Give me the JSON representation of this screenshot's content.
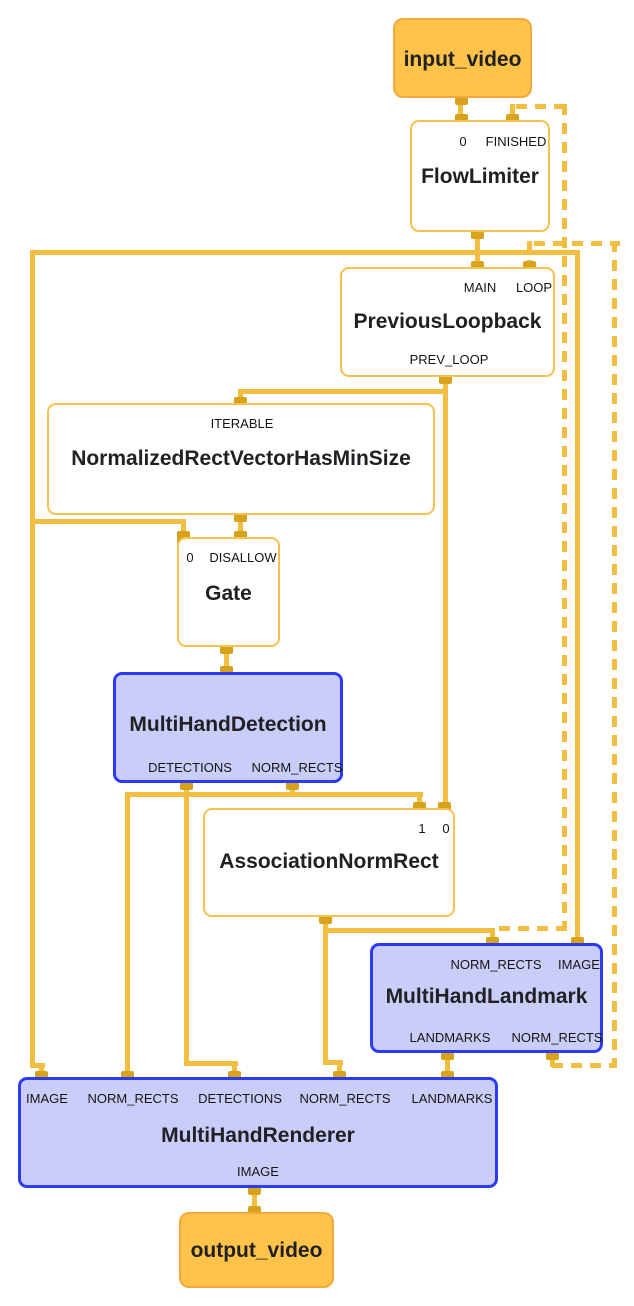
{
  "graph": {
    "nodes": {
      "input_video": {
        "title": "input_video"
      },
      "flow_limiter": {
        "title": "FlowLimiter",
        "ports": {
          "in_0": "0",
          "in_finished": "FINISHED"
        }
      },
      "previous_loopback": {
        "title": "PreviousLoopback",
        "ports": {
          "in_main": "MAIN",
          "in_loop": "LOOP",
          "out_prev_loop": "PREV_LOOP"
        }
      },
      "normalized_rect_vector_has_min_size": {
        "title": "NormalizedRectVectorHasMinSize",
        "ports": {
          "in_iterable": "ITERABLE"
        }
      },
      "gate": {
        "title": "Gate",
        "ports": {
          "in_0": "0",
          "in_disallow": "DISALLOW"
        }
      },
      "multi_hand_detection": {
        "title": "MultiHandDetection",
        "ports": {
          "out_detections": "DETECTIONS",
          "out_norm_rects": "NORM_RECTS"
        }
      },
      "association_norm_rect": {
        "title": "AssociationNormRect",
        "ports": {
          "in_1": "1",
          "in_0": "0"
        }
      },
      "multi_hand_landmark": {
        "title": "MultiHandLandmark",
        "ports": {
          "in_norm_rects": "NORM_RECTS",
          "in_image": "IMAGE",
          "out_landmarks": "LANDMARKS",
          "out_norm_rects": "NORM_RECTS"
        }
      },
      "multi_hand_renderer": {
        "title": "MultiHandRenderer",
        "ports": {
          "in_image": "IMAGE",
          "in_norm_rects_1": "NORM_RECTS",
          "in_detections": "DETECTIONS",
          "in_norm_rects_2": "NORM_RECTS",
          "in_landmarks": "LANDMARKS",
          "out_image": "IMAGE"
        }
      },
      "output_video": {
        "title": "output_video"
      }
    },
    "colors": {
      "edge": "#F2BE41",
      "port": "#D7A31C",
      "stream_fill": "#FFC34A",
      "stream_border": "#F2A83C",
      "calculator_border": "#F5C24B",
      "subgraph_fill": "#CBCDF9",
      "subgraph_border": "#2A3BF3"
    }
  }
}
